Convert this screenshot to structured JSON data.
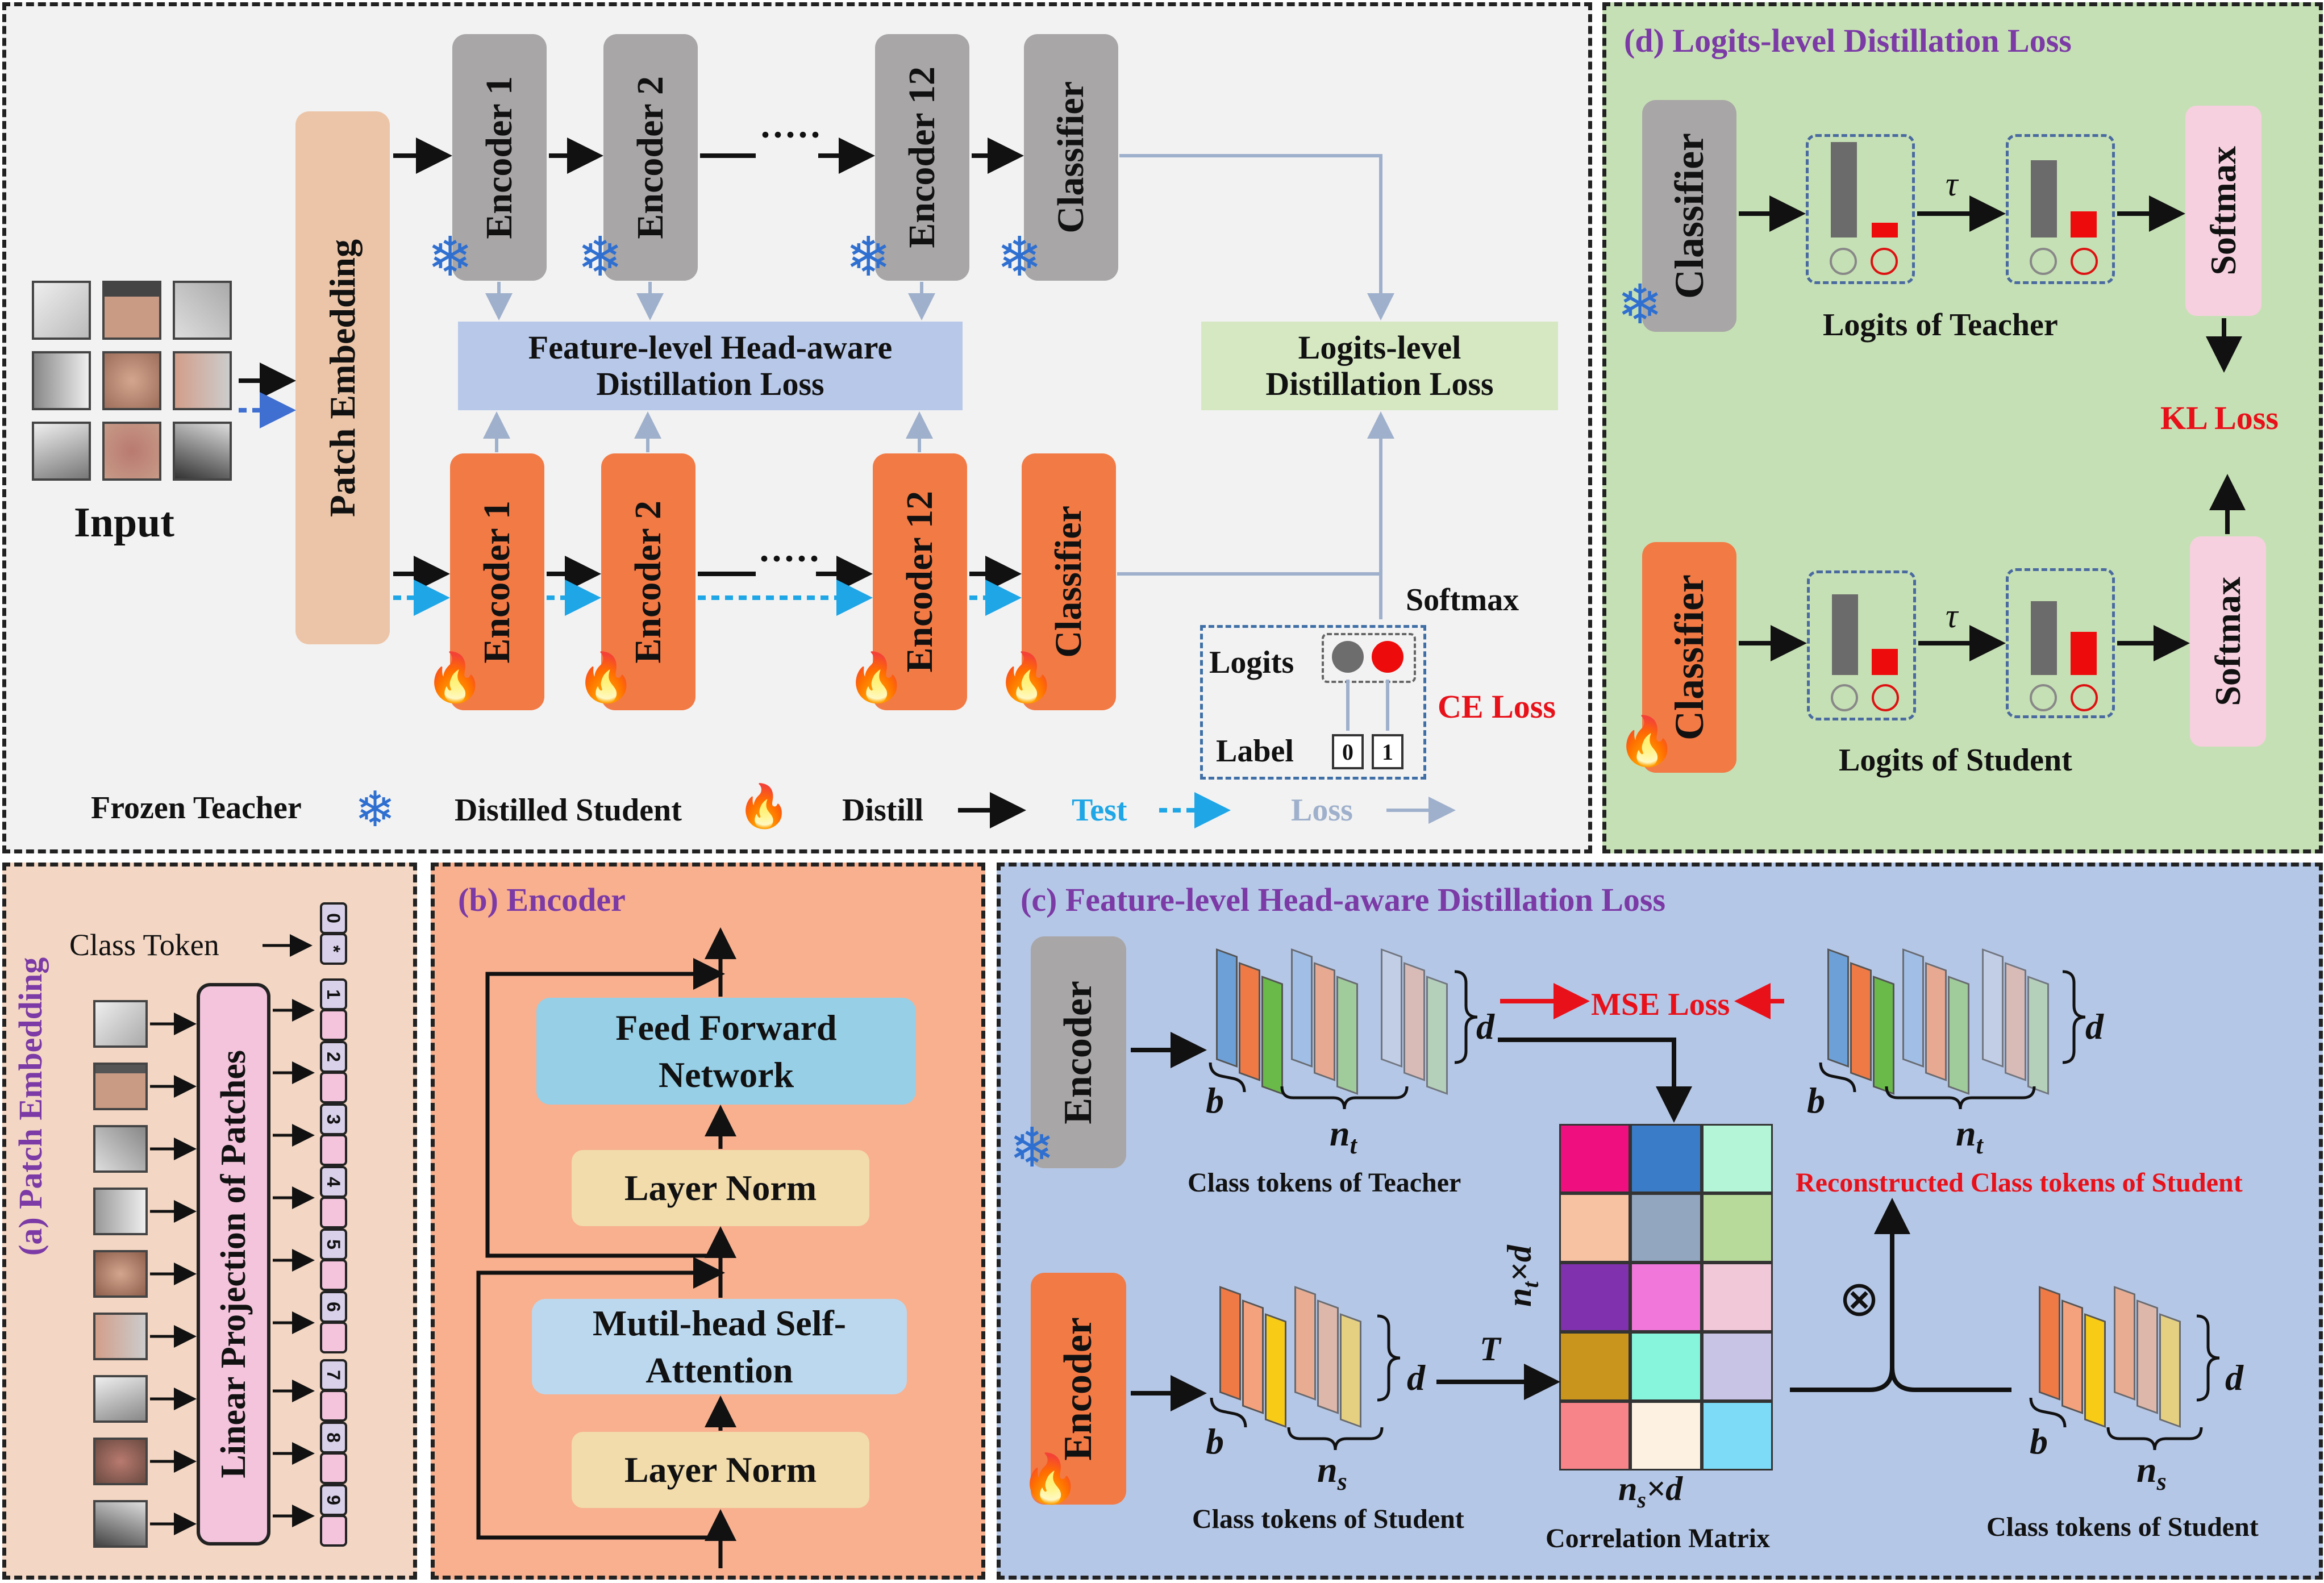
{
  "main": {
    "input_label": "Input",
    "patch_embedding": "Patch Embedding",
    "teacher_encoders": [
      "Encoder 1",
      "Encoder 2",
      "Encoder 12"
    ],
    "teacher_classifier": "Classifier",
    "student_encoders": [
      "Encoder 1",
      "Encoder 2",
      "Encoder 12"
    ],
    "student_classifier": "Classifier",
    "feature_loss": "Feature-level Head-aware Distillation Loss",
    "logits_loss": "Logits-level Distillation Loss",
    "softmax": "Softmax",
    "logits": "Logits",
    "label": "Label",
    "label_values": [
      "0",
      "1"
    ],
    "ce_loss": "CE Loss",
    "dots": "·····"
  },
  "legend": {
    "frozen_teacher": "Frozen Teacher",
    "distilled_student": "Distilled Student",
    "distill": "Distill",
    "test": "Test",
    "loss": "Loss"
  },
  "panel_a": {
    "title": "(a) Patch Embedding",
    "class_token": "Class Token",
    "linear_projection": "Linear Projection of Patches",
    "tokens": [
      "0",
      "*",
      "1",
      "2",
      "3",
      "4",
      "5",
      "6",
      "7",
      "8",
      "9"
    ]
  },
  "panel_b": {
    "title": "(b) Encoder",
    "ffn": "Feed Forward Network",
    "norm_top": "Layer Norm",
    "mhsa": "Mutil-head Self-Attention",
    "norm_bottom": "Layer Norm"
  },
  "panel_c": {
    "title": "(c) Feature-level Head-aware Distillation Loss",
    "encoder_teacher": "Encoder",
    "encoder_student": "Encoder",
    "mse_loss": "MSE Loss",
    "teacher_tokens": "Class tokens of Teacher",
    "reconstructed": "Reconstructed Class tokens of Student",
    "student_tokens": "Class tokens of Student",
    "student_tokens_right": "Class tokens of Student",
    "correlation_matrix": "Correlation Matrix",
    "var_d": "d",
    "var_b": "b",
    "var_nt": "n",
    "var_t_sub": "t",
    "var_ns": "n",
    "var_s_sub": "s",
    "transpose": "T",
    "ntxd": "n",
    "ntxd_rest": "×d",
    "nsxd": "n",
    "nsxd_rest": "×d",
    "otimes": "⊗",
    "matrix_colors": [
      "#ef0f7f",
      "#3a7cc8",
      "#b4f5d8",
      "#f7c2a2",
      "#92a6bf",
      "#b7d99a",
      "#8031ad",
      "#f177da",
      "#f0c8d8",
      "#c9951c",
      "#86f5dc",
      "#c8c4e6",
      "#f78488",
      "#fdf1e2",
      "#7ddbf7"
    ]
  },
  "panel_d": {
    "title": "(d) Logits-level Distillation Loss",
    "teacher_classifier": "Classifier",
    "student_classifier": "Classifier",
    "tau": "τ",
    "logits_teacher": "Logits of Teacher",
    "logits_student": "Logits of Student",
    "softmax_top": "Softmax",
    "softmax_bottom": "Softmax",
    "kl_loss": "KL Loss"
  },
  "colors": {
    "teacher_gray": "#a8a6a6",
    "student_orange": "#f27a45",
    "patch_embed": "#ecc5a8",
    "feature_loss_blue": "#b7c8e8",
    "logits_loss_green": "#d5e8c2",
    "panel_a_bg": "#f3d6c3",
    "panel_b_bg": "#f8b08f",
    "panel_c_bg": "#b5c7e6",
    "panel_d_bg": "#c6e0b5",
    "title_purple": "#7b3aa6",
    "loss_red": "#e8111a",
    "test_blue": "#1fa6e6",
    "loss_gray": "#9fb0cc"
  }
}
